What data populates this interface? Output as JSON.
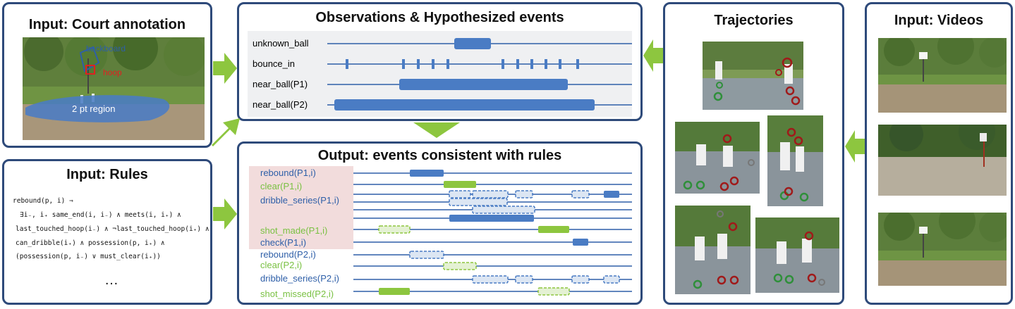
{
  "panels": {
    "court": {
      "title": "Input: Court annotation"
    },
    "rules": {
      "title": "Input: Rules"
    },
    "observations": {
      "title": "Observations & Hypothesized events"
    },
    "output": {
      "title": "Output: events consistent with rules"
    },
    "trajectories": {
      "title": "Trajectories"
    },
    "videos": {
      "title": "Input: Videos"
    }
  },
  "court_annotation": {
    "backboard_label": "backboard",
    "hoop_label": "hoop",
    "region_label": "2 pt region"
  },
  "rules": {
    "head": "rebound(p, i) ⇒",
    "lines": [
      "∃i₋, i₊ same_end(i, i₋) ∧ meets(i, i₊) ∧",
      "last_touched_hoop(i₋) ∧ ¬last_touched_hoop(i₊) ∧",
      "can_dribble(i₊) ∧ possession(p, i₊) ∧",
      "(possession(p, i₋) ∨ must_clear(i₊))"
    ],
    "ellipsis": "…"
  },
  "observations": [
    {
      "label": "unknown_ball"
    },
    {
      "label": "bounce_in"
    },
    {
      "label": "near_ball(P1)"
    },
    {
      "label": "near_ball(P2)"
    }
  ],
  "output_events": [
    {
      "label": "rebound(P1,i)",
      "color": "#2e5fa8"
    },
    {
      "label": "clear(P1,i)",
      "color": "#7ac143"
    },
    {
      "label": "dribble_series(P1,i)",
      "color": "#2e5fa8"
    },
    {
      "label": "shot_made(P1,i)",
      "color": "#7ac143"
    },
    {
      "label": "check(P1,i)",
      "color": "#2e5fa8"
    },
    {
      "label": "rebound(P2,i)",
      "color": "#2e5fa8"
    },
    {
      "label": "clear(P2,i)",
      "color": "#7ac143"
    },
    {
      "label": "dribble_series(P2,i)",
      "color": "#2e5fa8"
    },
    {
      "label": "shot_missed(P2,i)",
      "color": "#7ac143"
    }
  ],
  "colors": {
    "panel_border": "#2e4a7a",
    "event_blue": "#4a7cc4",
    "event_green": "#8dc63f",
    "arrow_green": "#8dc63f",
    "highlight": "#f2dcdc"
  }
}
